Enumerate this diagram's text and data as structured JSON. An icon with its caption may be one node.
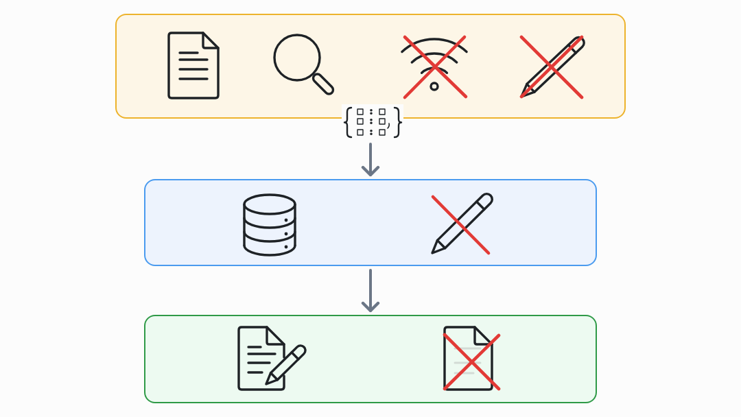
{
  "diagram": {
    "nodes": [
      {
        "text": [],
        "shape": "box"
      },
      {
        "text": [],
        "shape": "picture"
      },
      {
        "text": [],
        "shape": "box"
      },
      {
        "text": [],
        "shape": "box"
      }
    ],
    "edges": [
      {
        "from": 1,
        "to": 2,
        "arrow": "to"
      },
      {
        "from": 2,
        "to": 3,
        "arrow": "to"
      }
    ]
  }
}
